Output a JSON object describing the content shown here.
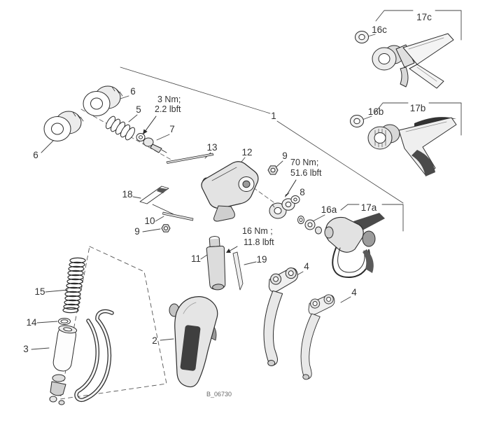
{
  "figure": {
    "code": "B_06730",
    "background": "#ffffff",
    "line_color": "#2b2b2b"
  },
  "callouts": [
    {
      "id": "1",
      "label": "1"
    },
    {
      "id": "2",
      "label": "2"
    },
    {
      "id": "3",
      "label": "3"
    },
    {
      "id": "4a",
      "label": "4"
    },
    {
      "id": "4b",
      "label": "4"
    },
    {
      "id": "5",
      "label": "5"
    },
    {
      "id": "6a",
      "label": "6"
    },
    {
      "id": "6b",
      "label": "6"
    },
    {
      "id": "7",
      "label": "7"
    },
    {
      "id": "8",
      "label": "8"
    },
    {
      "id": "9a",
      "label": "9"
    },
    {
      "id": "9b",
      "label": "9"
    },
    {
      "id": "10",
      "label": "10"
    },
    {
      "id": "11",
      "label": "11"
    },
    {
      "id": "12",
      "label": "12"
    },
    {
      "id": "13",
      "label": "13"
    },
    {
      "id": "14",
      "label": "14"
    },
    {
      "id": "15",
      "label": "15"
    },
    {
      "id": "16a",
      "label": "16a"
    },
    {
      "id": "16b",
      "label": "16b"
    },
    {
      "id": "16c",
      "label": "16c"
    },
    {
      "id": "17a",
      "label": "17a"
    },
    {
      "id": "17b",
      "label": "17b"
    },
    {
      "id": "17c",
      "label": "17c"
    },
    {
      "id": "18",
      "label": "18"
    },
    {
      "id": "19",
      "label": "19"
    }
  ],
  "torque_notes": [
    {
      "line1": "3 Nm;",
      "line2": "2.2 lbft"
    },
    {
      "line1": "70 Nm;",
      "line2": "51.6 lbft"
    },
    {
      "line1": "16 Nm ;",
      "line2": "11.8 lbft"
    }
  ]
}
